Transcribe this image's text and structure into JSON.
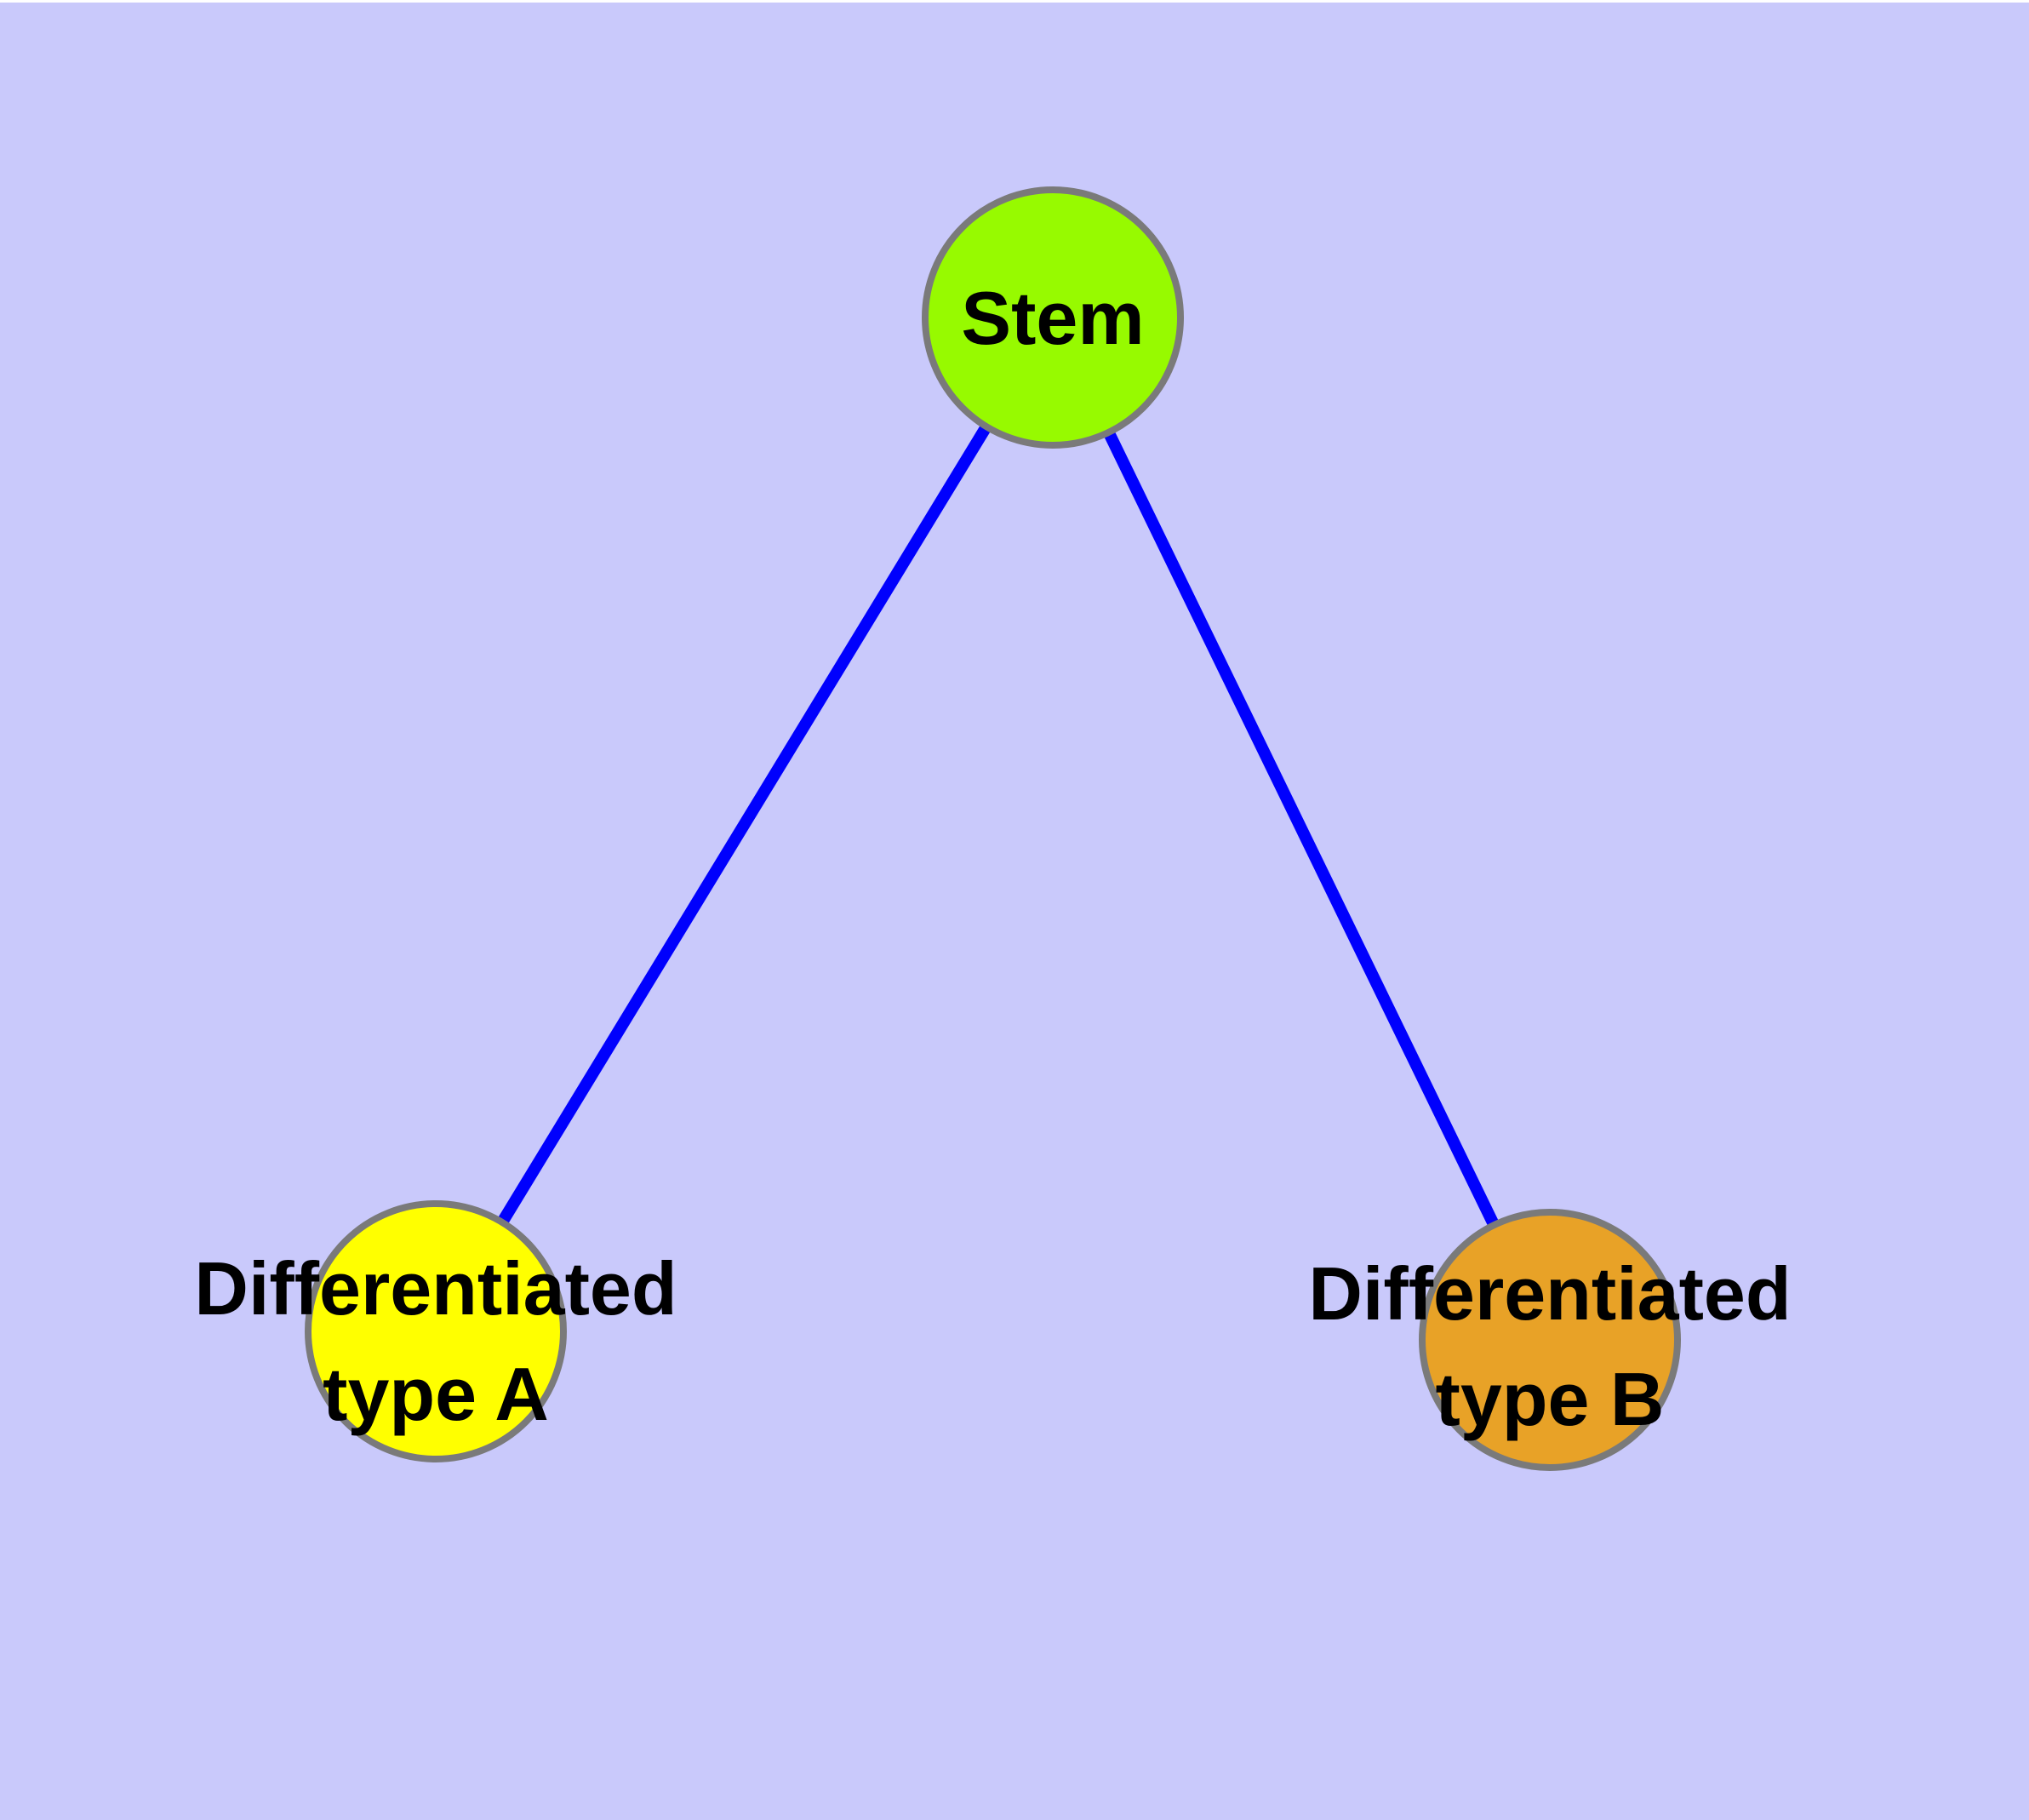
{
  "diagram": {
    "type": "node-link-graph",
    "background_color": "#c9c9fb",
    "top_margin_color": "#ffffff",
    "node_border_color": "#7a7a7a",
    "label_text_color": "#000000",
    "nodes": {
      "stem": {
        "label": "Stem",
        "fill": "#97fa00"
      },
      "type_a": {
        "label_line1": "Differentiated",
        "label_line2": "type A",
        "fill": "#ffff00"
      },
      "type_b": {
        "label_line1": "Differentiated",
        "label_line2": "type B",
        "fill": "#e8a227"
      }
    },
    "edges": {
      "color": "#0000fd",
      "list": [
        {
          "from": "Stem",
          "to": "Differentiated type A"
        },
        {
          "from": "Stem",
          "to": "Differentiated type B"
        }
      ]
    }
  }
}
